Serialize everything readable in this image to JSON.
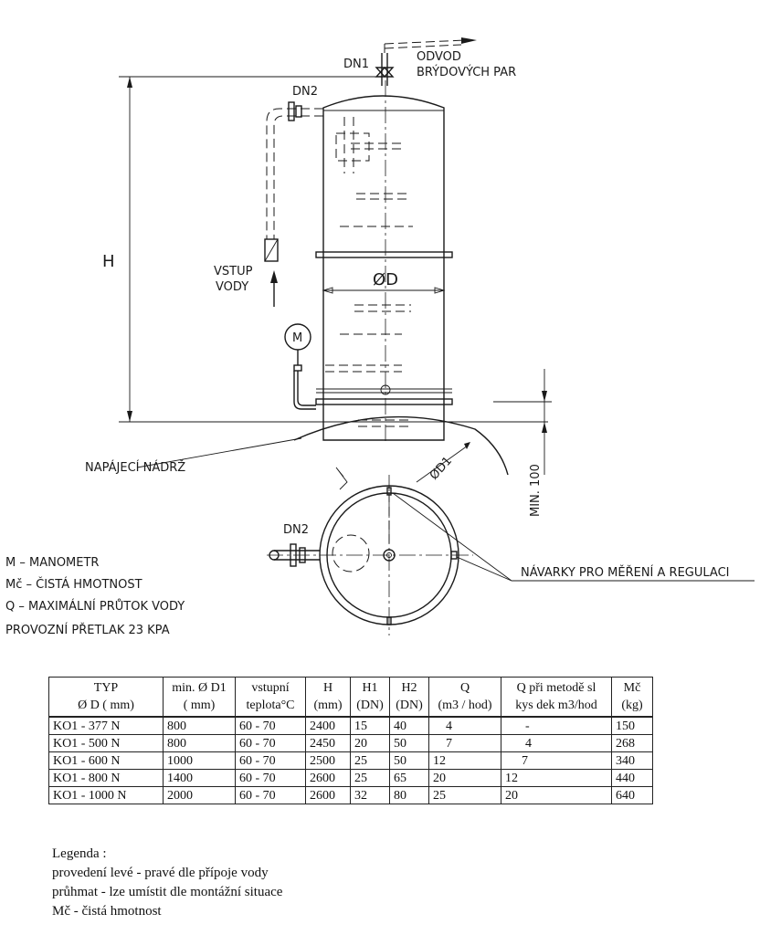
{
  "drawing": {
    "dn1": "DN1",
    "dn2_top": "DN2",
    "dn2_bottom": "DN2",
    "outlet_line1": "ODVOD",
    "outlet_line2": "BRÝDOVÝCH PAR",
    "inlet_line1": "VSTUP",
    "inlet_line2": "VODY",
    "height": "H",
    "diameter": "ØD",
    "diameter_d1": "ØD1",
    "manometer_symbol": "M",
    "feed_tank": "NAPÁJECÍ NÁDRŽ",
    "min_100": "MIN. 100",
    "welds": "NÁVARKY PRO MĚŘENÍ A REGULACI"
  },
  "key": [
    "M – MANOMETR",
    "Mč – ČISTÁ HMOTNOST",
    "Q – MAXIMÁLNÍ PRŮTOK VODY",
    "PROVOZNÍ PŘETLAK 23 KPA"
  ],
  "table": {
    "headers": [
      [
        "TYP",
        "Ø D ( mm)"
      ],
      [
        "min. Ø D1",
        "( mm)"
      ],
      [
        "vstupní",
        "teplota°C"
      ],
      [
        "H",
        "(mm)"
      ],
      [
        "H1",
        "(DN)"
      ],
      [
        "H2",
        "(DN)"
      ],
      [
        "Q",
        "(m3 / hod)"
      ],
      [
        "Q při metodě sl",
        "kys dek  m3/hod"
      ],
      [
        "Mč",
        "(kg)"
      ]
    ],
    "rows": [
      [
        "KO1 -  377 N",
        "800",
        "60 - 70",
        "2400",
        "15",
        "40",
        "4",
        "-",
        "150"
      ],
      [
        "KO1 -  500 N",
        "800",
        "60 - 70",
        "2450",
        "20",
        "50",
        "7",
        "4",
        "268"
      ],
      [
        "KO1 -  600 N",
        "1000",
        "60 - 70",
        "2500",
        "25",
        "50",
        "12",
        "7",
        "340"
      ],
      [
        "KO1 -  800 N",
        "1400",
        "60 - 70",
        "2600",
        "25",
        "65",
        "20",
        "12",
        "440"
      ],
      [
        "KO1 - 1000 N",
        "2000",
        "60 - 70",
        "2600",
        "32",
        "80",
        "25",
        "20",
        "640"
      ]
    ]
  },
  "legend": {
    "title": "Legenda :",
    "lines": [
      "provedení levé - pravé dle přípoje vody",
      "průhmat - lze umístit dle montážní situace",
      "Mč - čistá hmotnost"
    ]
  }
}
